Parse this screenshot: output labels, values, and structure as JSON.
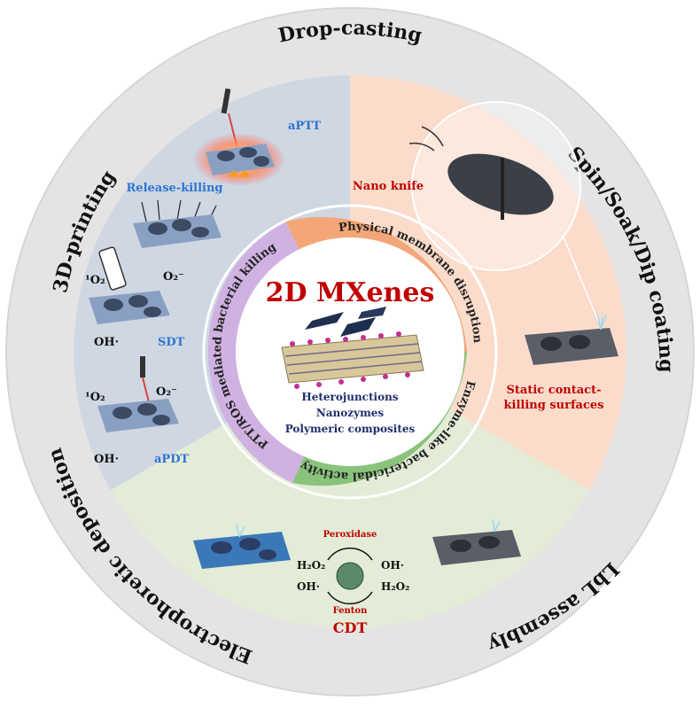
{
  "center": {
    "title": "2D MXenes",
    "lines": [
      "Heterojunctions",
      "Nanozymes",
      "Polymeric composites"
    ]
  },
  "inner_ring": {
    "physical": "Physical membrane disruption",
    "enzyme": "Enzyme-like bactericidal activity",
    "ptt": "PTT/ROS mediated bacterial killing"
  },
  "outer_ring": {
    "drop": "Drop-casting",
    "spin": "Spin/Soak/Dip coating",
    "lbl": "LbL assembly",
    "electro": "Electrophoretic deposition",
    "print3d": "3D-printing"
  },
  "middle": {
    "aptt": "aPTT",
    "release_killing": "Release-killing",
    "sdt_o2_singlet": "¹O₂",
    "sdt_o2_super": "O₂⁻",
    "sdt_oh": "OH·",
    "sdt": "SDT",
    "apdt_o2_singlet": "¹O₂",
    "apdt_o2_super": "O₂⁻",
    "apdt_oh": "OH·",
    "apdt": "aPDT",
    "nano_knife": "Nano knife",
    "static_contact_1": "Static contact-",
    "static_contact_2": "killing surfaces",
    "peroxidase": "Peroxidase",
    "fenton": "Fenton",
    "cdt": "CDT",
    "h2o2_left": "H₂O₂",
    "oh_left": "OH·",
    "oh_right": "OH·",
    "h2o2_right": "H₂O₂"
  },
  "colors": {
    "outer_ring": "#e4e4e4",
    "blue_sector": "#cfd7e3",
    "peach_sector": "#fbdccb",
    "green_sector": "#e3ecd7",
    "orange_band": "#f3a678",
    "green_band": "#8ac37c",
    "purple_band": "#cfb2e2",
    "title_red": "#c00000",
    "label_blue": "#2e75d2",
    "label_red": "#c00000",
    "navy": "#1f2f6b"
  }
}
